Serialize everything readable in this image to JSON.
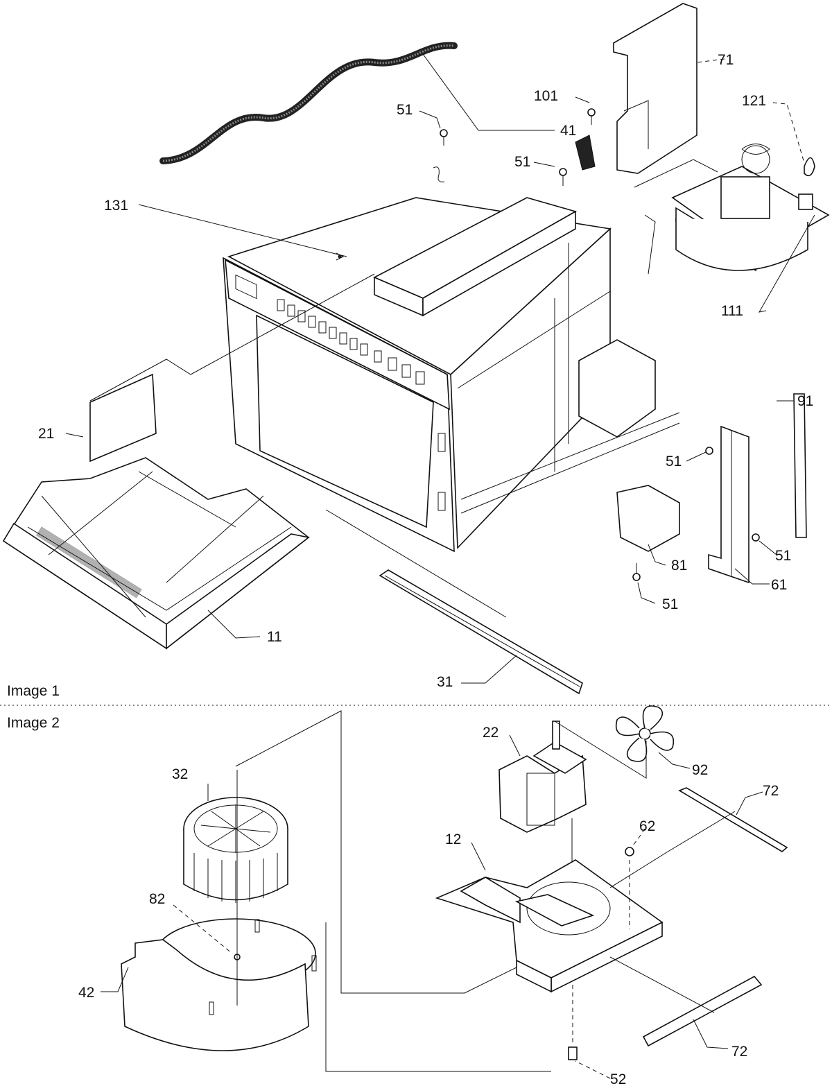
{
  "sections": {
    "image1": "Image 1",
    "image2": "Image 2"
  },
  "callouts": {
    "p11": "11",
    "p21": "21",
    "p31": "31",
    "p41": "41",
    "p51a": "51",
    "p51b": "51",
    "p51c": "51",
    "p51d": "51",
    "p51e": "51",
    "p61": "61",
    "p71": "71",
    "p81": "81",
    "p91": "91",
    "p101": "101",
    "p111": "111",
    "p121": "121",
    "p131": "131",
    "p12": "12",
    "p22": "22",
    "p32": "32",
    "p42": "42",
    "p52": "52",
    "p62": "62",
    "p72a": "72",
    "p72b": "72",
    "p82": "82",
    "p92": "92"
  }
}
